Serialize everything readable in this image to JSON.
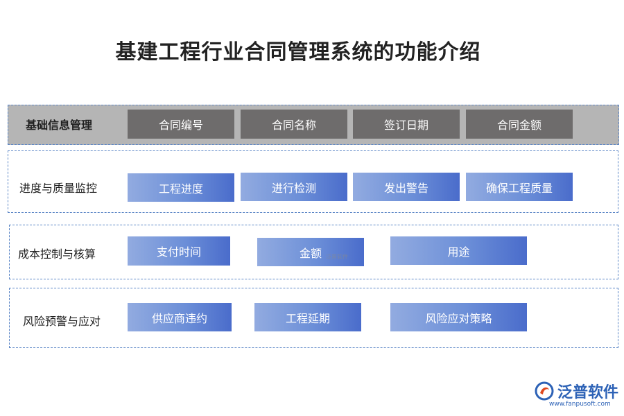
{
  "title": "基建工程行业合同管理系统的功能介绍",
  "rows": [
    {
      "label": "基础信息管理",
      "items": [
        "合同编号",
        "合同名称",
        "签订日期",
        "合同金额"
      ]
    },
    {
      "label": "进度与质量监控",
      "items": [
        "工程进度",
        "进行检测",
        "发出警告",
        "确保工程质量"
      ]
    },
    {
      "label": "成本控制与核算",
      "items": [
        "支付时间",
        "金额",
        "用途"
      ]
    },
    {
      "label": "风险预警与应对",
      "items": [
        "供应商违约",
        "工程延期",
        "风险应对策略"
      ]
    }
  ],
  "watermark": "泛普软件",
  "logo": {
    "name": "泛普软件",
    "url": "www.fanpusoft.com"
  },
  "colors": {
    "dark_box": "#6e6c6c",
    "blue_box_start": "#92abe0",
    "blue_box_end": "#4a6ccb",
    "border": "#5b86c6",
    "band": "#b5b5b5"
  }
}
